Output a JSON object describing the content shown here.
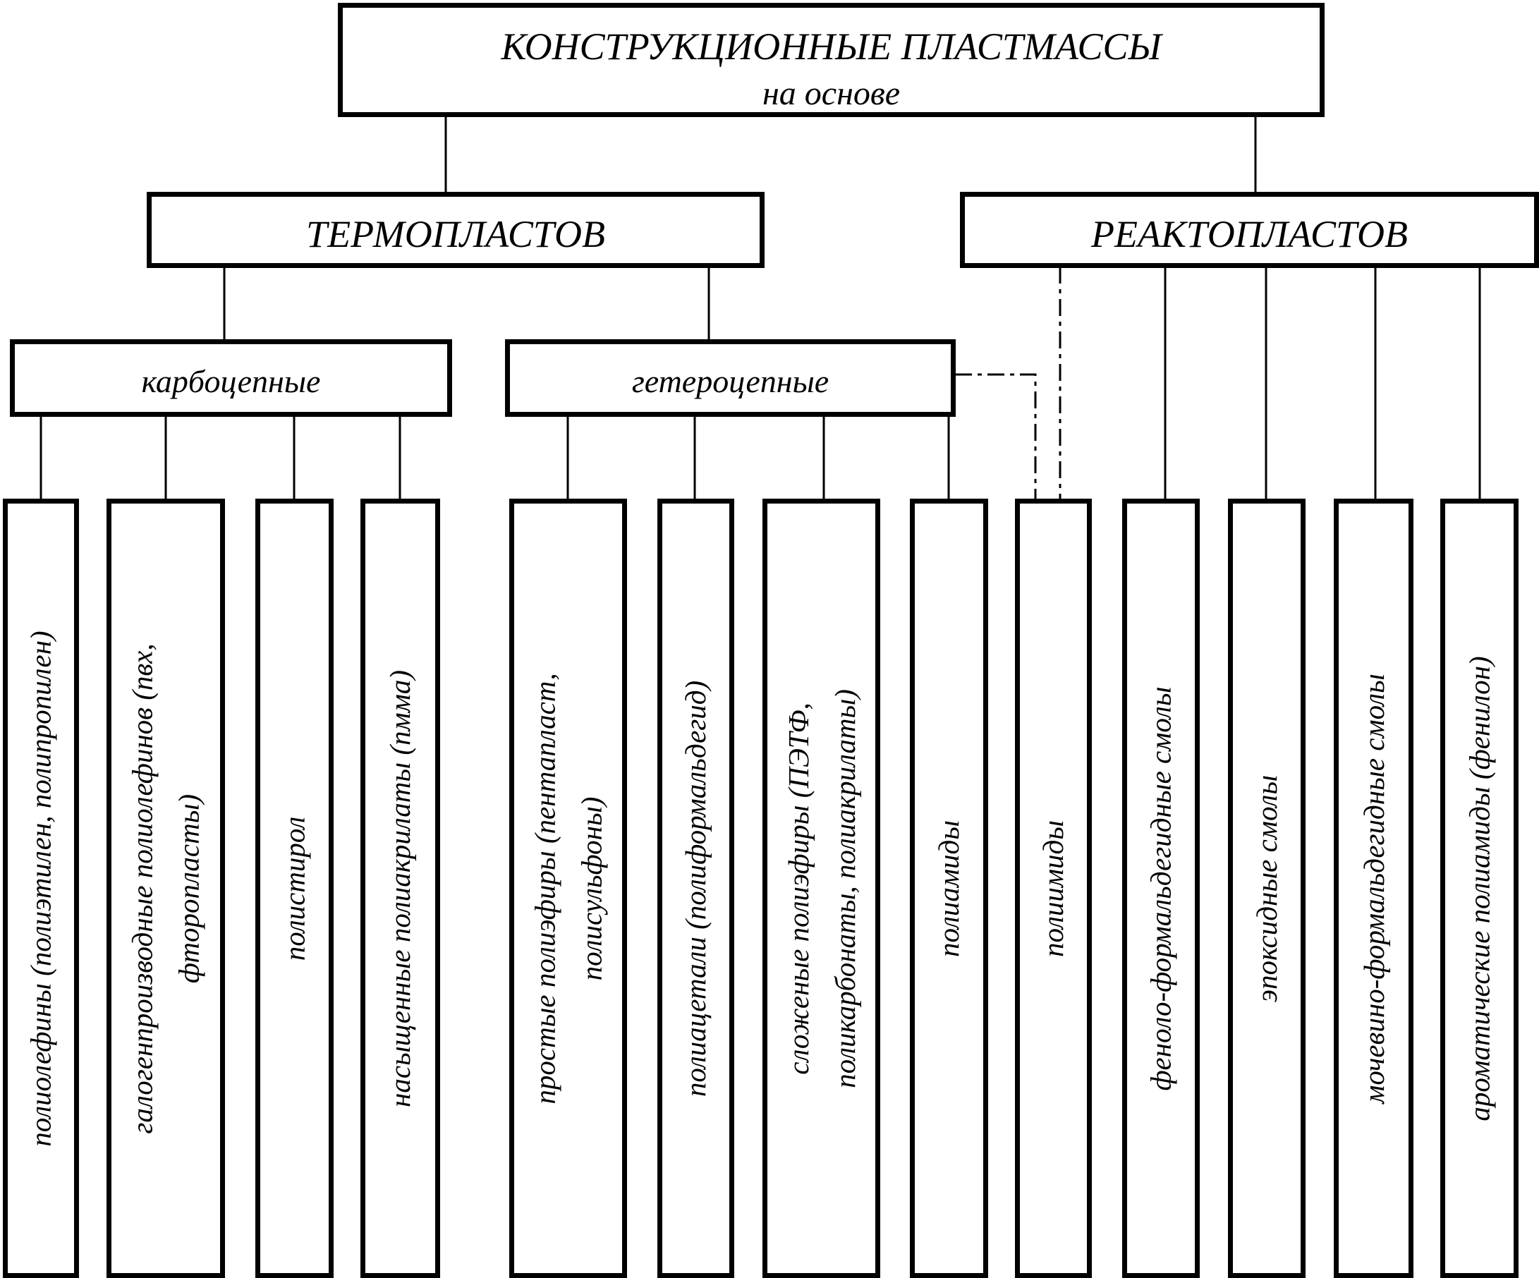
{
  "root": {
    "title": "КОНСТРУКЦИОННЫЕ ПЛАСТМАССЫ",
    "subtitle": "на основе"
  },
  "thermoplastics": {
    "label": "ТЕРМОПЛАСТОВ",
    "carbochain": {
      "label": "карбоцепные",
      "items": [
        {
          "lines": [
            "полиолефины (полиэтилен, полипропилен)"
          ]
        },
        {
          "lines": [
            "галогенпроизводные полиолефинов (пвх,",
            "фторопласты)"
          ]
        },
        {
          "lines": [
            "полистирол"
          ]
        },
        {
          "lines": [
            "насыщенные полиакрилаты (пмма)"
          ]
        }
      ]
    },
    "heterochain": {
      "label": "гетероцепные",
      "items": [
        {
          "lines": [
            "простые полиэфиры (пентапласт,",
            "полисульфоны)"
          ]
        },
        {
          "lines": [
            "полиацетали (полиформальдегид)"
          ]
        },
        {
          "lines": [
            "сложеные полиэфиры (ПЭТФ,",
            "поликарбонаты, полиакрилаты)"
          ]
        },
        {
          "lines": [
            "полиамиды"
          ]
        }
      ]
    }
  },
  "shared": {
    "lines": [
      "полиимиды"
    ]
  },
  "thermosets": {
    "label": "РЕАКТОПЛАСТОВ",
    "items": [
      {
        "lines": [
          "феноло-формальдегидные смолы"
        ]
      },
      {
        "lines": [
          "эпоксидные смолы"
        ]
      },
      {
        "lines": [
          "мочевино-формальдегидные смолы"
        ]
      },
      {
        "lines": [
          "ароматические полиамиды (фенилон)"
        ]
      }
    ]
  }
}
